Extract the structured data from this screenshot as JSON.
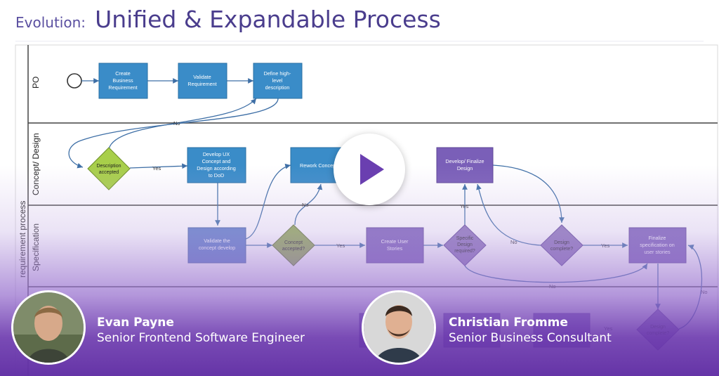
{
  "header": {
    "prefix": "Evolution:",
    "title": "Unified & Expandable Process"
  },
  "diagram": {
    "pool_label": "requirement process",
    "lanes": [
      "PO",
      "Concept/ Design",
      "Specification"
    ],
    "colors": {
      "task_blue": "#3a8cc8",
      "task_purple": "#7a5fb8",
      "decision_green": "#a8cf4a",
      "decision_purple": "#8a72b8",
      "line": "#3e6fa6"
    },
    "tasks": {
      "create_business_requirement": [
        "Create",
        "Business",
        "Requirement"
      ],
      "validate_requirement": [
        "Validate",
        "Requirement"
      ],
      "define_high_level_description": [
        "Define high-",
        "level",
        "description"
      ],
      "develop_ux_concept": [
        "Develop UX",
        "Concept and",
        "Design according",
        "to DoD"
      ],
      "rework_concept": [
        "Rework Concept"
      ],
      "develop_finalize_design": [
        "Develop/ Finalize",
        "Design"
      ],
      "validate_concept": [
        "Validate the",
        "concept develop"
      ],
      "create_user_stories": [
        "Create User",
        "Stories"
      ],
      "finalize_specification": [
        "Finalize",
        "specification on",
        "user stories"
      ]
    },
    "decisions": {
      "description_accepted": [
        "Description",
        "accepted"
      ],
      "concept_accepted": [
        "Concept",
        "accepted?"
      ],
      "specific_design_required": [
        "Specific",
        "Design",
        "required?"
      ],
      "design_complete_top": [
        "Design",
        "complete?"
      ],
      "design_complete_bottom": [
        "Design",
        "complete?"
      ]
    },
    "edge_labels": {
      "no_top": "No",
      "yes_description": "Yes",
      "no_concept": "No",
      "yes_concept": "Yes",
      "yes_specific": "Yes",
      "no_specific": "No",
      "yes_design": "Yes",
      "no_bottom": "No",
      "no_right": "No",
      "yes_lower": "Yes"
    }
  },
  "video": {
    "play_label": "Play video"
  },
  "speakers": [
    {
      "name": "Evan Payne",
      "role": "Senior Frontend Software Engineer"
    },
    {
      "name": "Christian Fromme",
      "role": "Senior Business Consultant"
    }
  ]
}
